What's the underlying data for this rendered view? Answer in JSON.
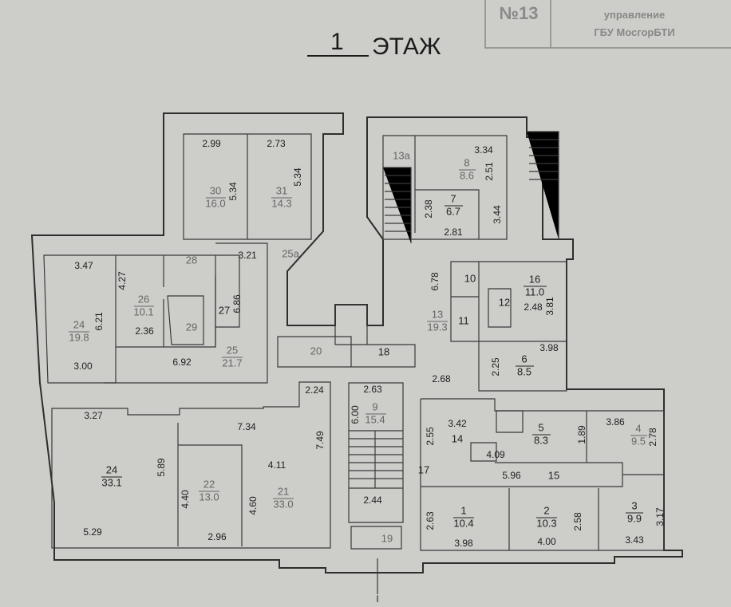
{
  "header": {
    "floor_number": "1",
    "floor_word": "ЭТАЖ"
  },
  "stamp": {
    "number": "№13",
    "line2": "управление",
    "line3": "ГБУ МосгорБТИ"
  },
  "section_mark": "I",
  "rooms": [
    {
      "id": "30",
      "area": "16.0"
    },
    {
      "id": "31",
      "area": "14.3"
    },
    {
      "id": "24",
      "area": "19.8"
    },
    {
      "id": "26",
      "area": "10.1"
    },
    {
      "id": "25",
      "area": "21.7"
    },
    {
      "id": "22",
      "area": "13.0"
    },
    {
      "id": "21",
      "area": "33.0"
    },
    {
      "id": "24",
      "area": "33.1"
    },
    {
      "id": "9",
      "area": "15.4"
    },
    {
      "id": "13",
      "area": "19.3"
    },
    {
      "id": "8",
      "area": "8.6"
    },
    {
      "id": "7",
      "area": "6.7"
    },
    {
      "id": "16",
      "area": "11.0"
    },
    {
      "id": "6",
      "area": "8.5"
    },
    {
      "id": "5",
      "area": "8.3"
    },
    {
      "id": "4",
      "area": "9.5"
    },
    {
      "id": "1",
      "area": "10.4"
    },
    {
      "id": "2",
      "area": "10.3"
    },
    {
      "id": "3",
      "area": "9.9"
    }
  ],
  "room_labels": [
    "13а",
    "28",
    "27",
    "29",
    "25а",
    "20",
    "18",
    "10",
    "11",
    "12",
    "14",
    "15",
    "17",
    "19"
  ],
  "dimensions": [
    "2.99",
    "2.73",
    "5.34",
    "5.34",
    "3.47",
    "6.21",
    "3.00",
    "4.27",
    "2.36",
    "6.92",
    "3.21",
    "6.86",
    "3.34",
    "2.51",
    "2.38",
    "2.81",
    "3.44",
    "6.78",
    "2.48",
    "3.81",
    "3.98",
    "2.25",
    "2.68",
    "2.24",
    "2.63",
    "6.00",
    "3.27",
    "7.34",
    "7.49",
    "4.11",
    "5.89",
    "4.40",
    "4.60",
    "5.29",
    "2.96",
    "2.44",
    "2.55",
    "3.42",
    "1.89",
    "4.09",
    "3.86",
    "2.78",
    "5.96",
    "2.63",
    "3.98",
    "4.00",
    "2.58",
    "3.17",
    "3.43"
  ]
}
